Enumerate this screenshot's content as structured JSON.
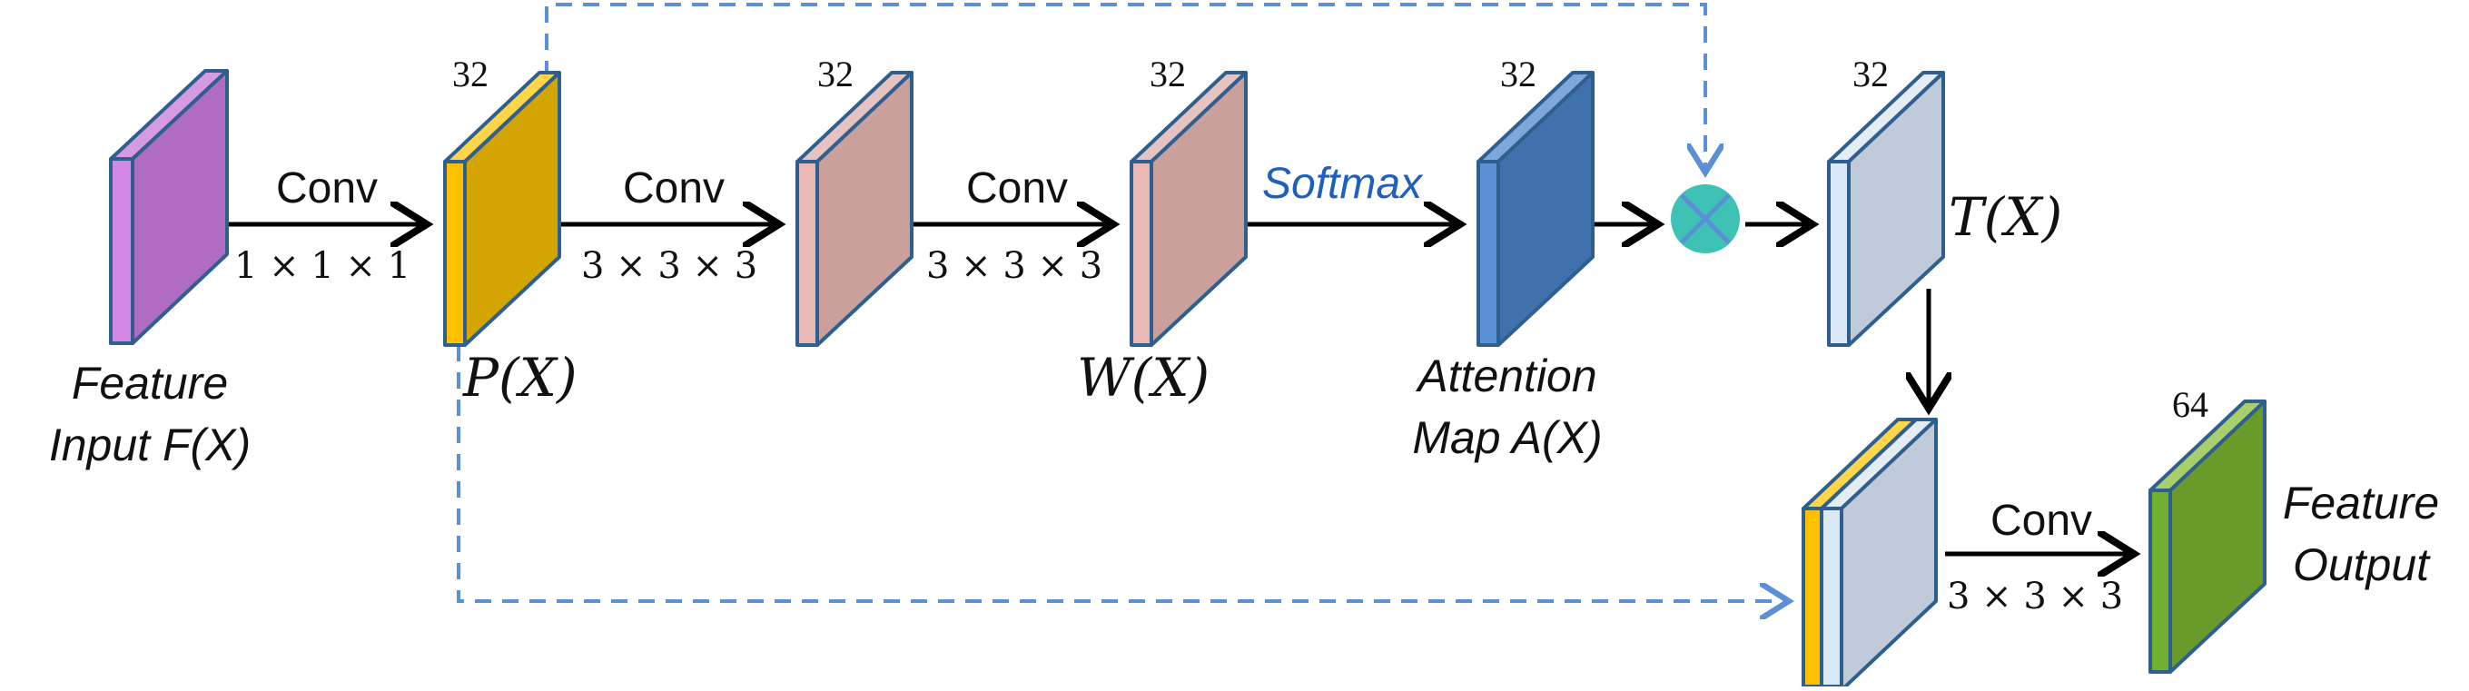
{
  "colors": {
    "outline": "#2f5f8f",
    "arrow": "#000000",
    "dashed": "#5b8fd6",
    "softmax_text": "#1f5fbf",
    "input_block": "#b06cc0",
    "p_block": "#d4a500",
    "p_stripe": "#ffc000",
    "w_block": "#c9a09c",
    "attention_block": "#3f72ac",
    "t_block": "#bfcbd8",
    "output_block": "#6a9a2a",
    "multiply_node": "#3fc2b6"
  },
  "blocks": {
    "input": {
      "caption_line1": "Feature",
      "caption_line2": "Input F(X)"
    },
    "p": {
      "channels": "32",
      "label": "P(X)"
    },
    "mid": {
      "channels": "32"
    },
    "w": {
      "channels": "32",
      "label": "W(X)"
    },
    "attention": {
      "channels": "32",
      "caption_line1": "Attention",
      "caption_line2": "Map A(X)"
    },
    "t": {
      "channels": "32",
      "label": "T(X)"
    },
    "output": {
      "channels": "64",
      "caption_line1": "Feature",
      "caption_line2": "Output"
    }
  },
  "ops": {
    "conv1": {
      "label": "Conv",
      "dims": "1 × 1 × 1"
    },
    "conv2": {
      "label": "Conv",
      "dims": "3 × 3 × 3"
    },
    "conv3": {
      "label": "Conv",
      "dims": "3 × 3 × 3"
    },
    "softmax": {
      "label": "Softmax"
    },
    "conv4": {
      "label": "Conv",
      "dims": "3 × 3 × 3"
    },
    "multiply": {
      "icon": "multiply-icon"
    }
  }
}
